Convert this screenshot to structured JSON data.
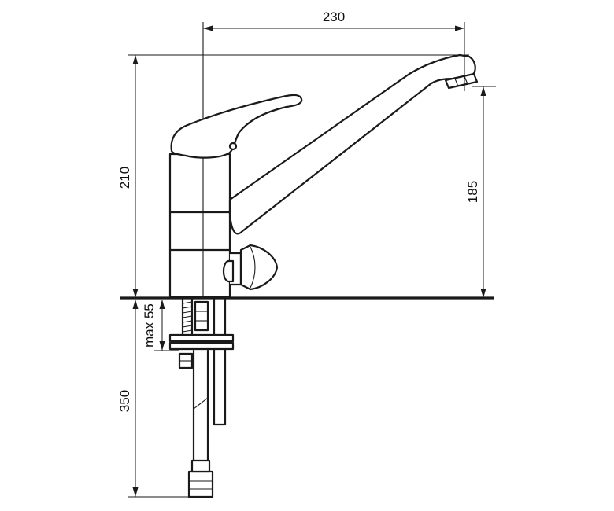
{
  "dimensions": {
    "spout_reach": "230",
    "total_height": "210",
    "spout_height": "185",
    "max_deck_thickness": "max 55",
    "hose_length": "350"
  },
  "colors": {
    "line": "#1a1a1a",
    "background": "#ffffff"
  }
}
